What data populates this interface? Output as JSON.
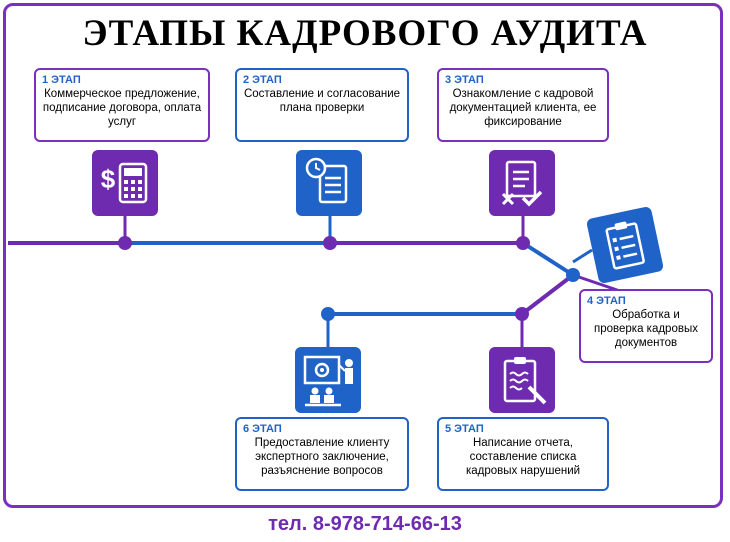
{
  "title": "ЭТАПЫ КАДРОВОГО АУДИТА",
  "stages": [
    {
      "label": "1 ЭТАП",
      "text": "Коммерческое предложение, подписание договора, оплата услуг",
      "icon": "calculator-money-icon"
    },
    {
      "label": "2 ЭТАП",
      "text": "Составление и согласование плана проверки",
      "icon": "clock-checklist-icon"
    },
    {
      "label": "3 ЭТАП",
      "text": "Ознакомление с кадровой документацией клиента, ее фиксирование",
      "icon": "document-check-icon"
    },
    {
      "label": "4 ЭТАП",
      "text": "Обработка и проверка кадровых документов",
      "icon": "clipboard-checklist-icon"
    },
    {
      "label": "5 ЭТАП",
      "text": "Написание отчета, составление списка кадровых нарушений",
      "icon": "clipboard-pen-icon"
    },
    {
      "label": "6 ЭТАП",
      "text": "Предоставление клиенту экспертного заключение, разъяснение вопросов",
      "icon": "presentation-icon"
    }
  ],
  "contact": "тел. 8-978-714-66-13",
  "colors": {
    "purple": "#6f2bb0",
    "blue": "#1f63c9"
  }
}
